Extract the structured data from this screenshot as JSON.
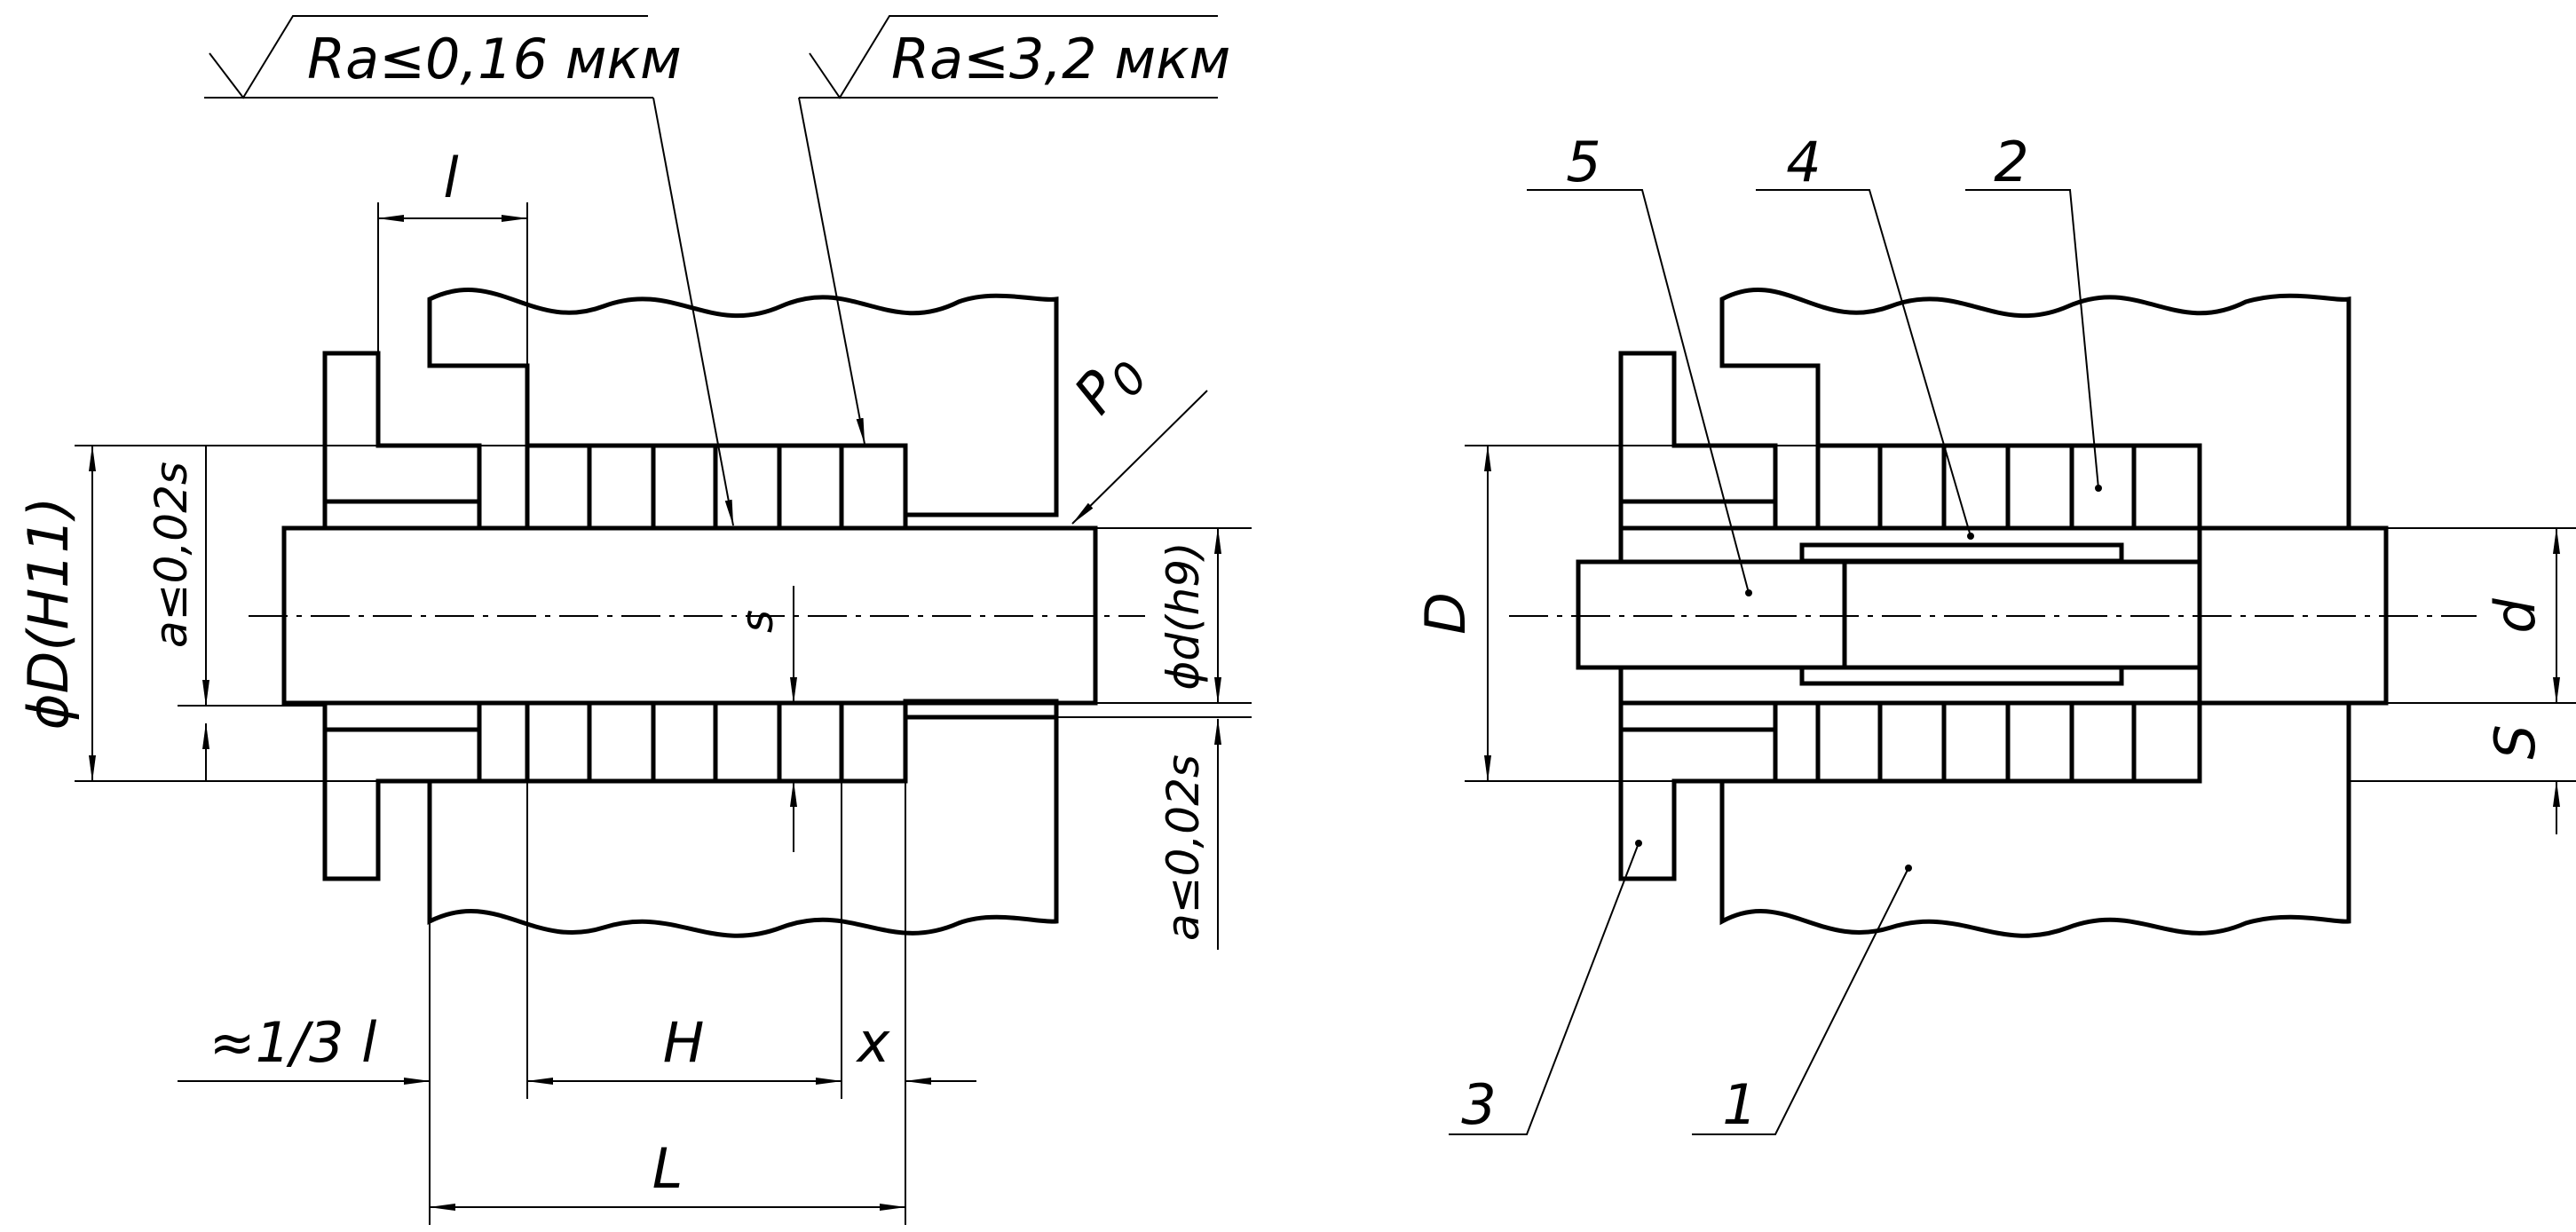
{
  "left_view": {
    "roughness_1": "Ra≤0,16 мкм",
    "roughness_2": "Ra≤3,2 мкм",
    "dim_l": "l",
    "dim_p0": "P",
    "dim_p0_sub": "0",
    "dim_D": "ϕD(H11)",
    "dim_a_left": "a≤0,02s",
    "dim_a_right": "a≤0,02s",
    "dim_d": "ϕd(h9)",
    "dim_s": "s",
    "dim_third": "≈1/3 l",
    "dim_H": "H",
    "dim_x": "x",
    "dim_L": "L"
  },
  "right_view": {
    "dim_D": "D",
    "dim_d": "d",
    "dim_S": "S",
    "positions": [
      "5",
      "4",
      "2",
      "3",
      "1"
    ]
  }
}
